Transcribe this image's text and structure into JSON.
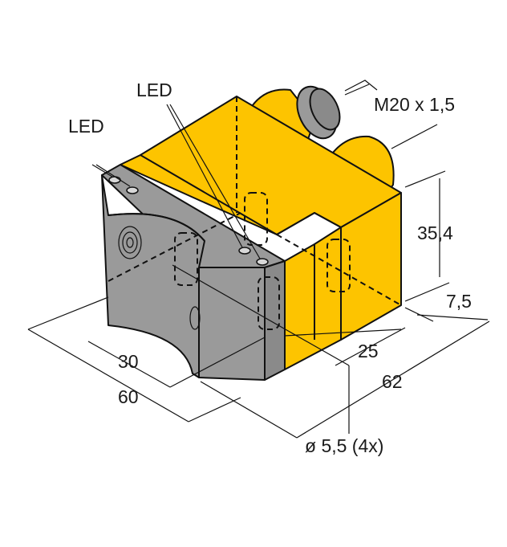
{
  "drawing": {
    "colors": {
      "housing": "#fdc400",
      "mount": "#9a9a9a",
      "line": "#111111"
    },
    "labels": {
      "led_left": "LED",
      "led_center": "LED",
      "thread": "M20 x 1,5",
      "height": "35,4",
      "offset": "7,5",
      "depth_25": "25",
      "depth_62": "62",
      "width_30": "30",
      "width_60": "60",
      "hole": "ø 5,5 (4x)"
    }
  }
}
